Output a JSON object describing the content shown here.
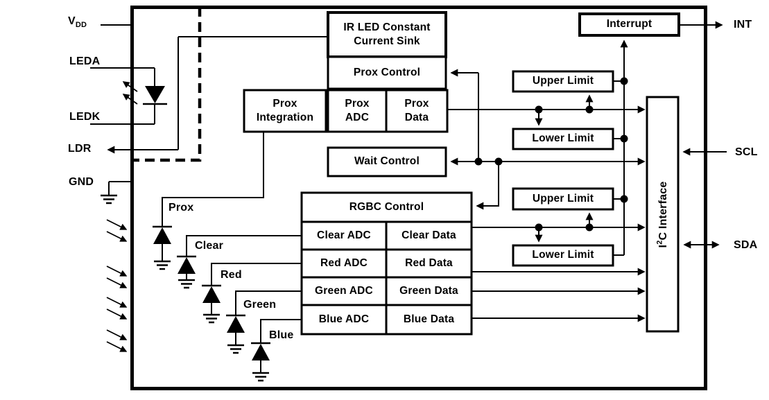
{
  "pins": {
    "vdd_base": "V",
    "vdd_sub": "DD",
    "leda": "LEDA",
    "ledk": "LEDK",
    "ldr": "LDR",
    "gnd": "GND",
    "int": "INT",
    "scl": "SCL",
    "sda": "SDA"
  },
  "blocks": {
    "ir_led_sink": "IR LED Constant Current Sink",
    "prox_control": "Prox Control",
    "prox_integration": "Prox Integration",
    "prox_adc": "Prox ADC",
    "prox_data": "Prox Data",
    "wait_control": "Wait Control",
    "rgbc_control": "RGBC Control",
    "clear_adc": "Clear ADC",
    "clear_data": "Clear Data",
    "red_adc": "Red ADC",
    "red_data": "Red Data",
    "green_adc": "Green ADC",
    "green_data": "Green Data",
    "blue_adc": "Blue ADC",
    "blue_data": "Blue Data",
    "interrupt": "Interrupt",
    "upper_limit_prox": "Upper Limit",
    "lower_limit_prox": "Lower Limit",
    "upper_limit_rgbc": "Upper Limit",
    "lower_limit_rgbc": "Lower Limit",
    "i2c_pre": "I",
    "i2c_sup": "2",
    "i2c_post": "C Interface"
  },
  "photodiodes": {
    "prox": "Prox",
    "clear": "Clear",
    "red": "Red",
    "green": "Green",
    "blue": "Blue"
  },
  "colors": {
    "ink": "#000000",
    "background": "#ffffff"
  }
}
